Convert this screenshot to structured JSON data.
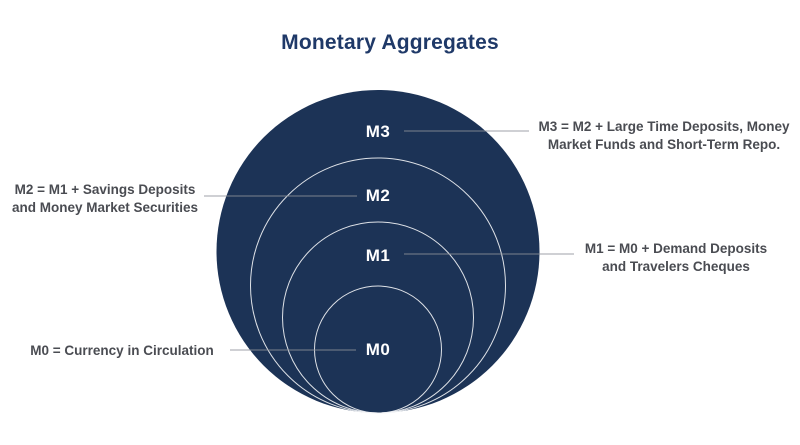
{
  "title": "Monetary Aggregates",
  "rings": [
    {
      "id": "m3",
      "label": "M3",
      "annotation_line1": "M3 = M2 + Large Time Deposits, Money",
      "annotation_line2": "Market Funds and Short-Term Repo.",
      "annotation_side": "right"
    },
    {
      "id": "m2",
      "label": "M2",
      "annotation_line1": "M2 = M1 + Savings Deposits",
      "annotation_line2": "and Money Market Securities",
      "annotation_side": "left"
    },
    {
      "id": "m1",
      "label": "M1",
      "annotation_line1": "M1 = M0 + Demand Deposits",
      "annotation_line2": "and Travelers Cheques",
      "annotation_side": "right"
    },
    {
      "id": "m0",
      "label": "M0",
      "annotation_line1": "M0 = Currency in Circulation",
      "annotation_line2": "",
      "annotation_side": "left"
    }
  ],
  "colors": {
    "background": "#ffffff",
    "circle_fill": "#1c3356",
    "ring_outline": "#f4f5f7",
    "title_text": "#1f3968",
    "ring_label_text": "#ffffff",
    "annotation_text": "#4a4c52",
    "connector_line": "#8e9299"
  }
}
